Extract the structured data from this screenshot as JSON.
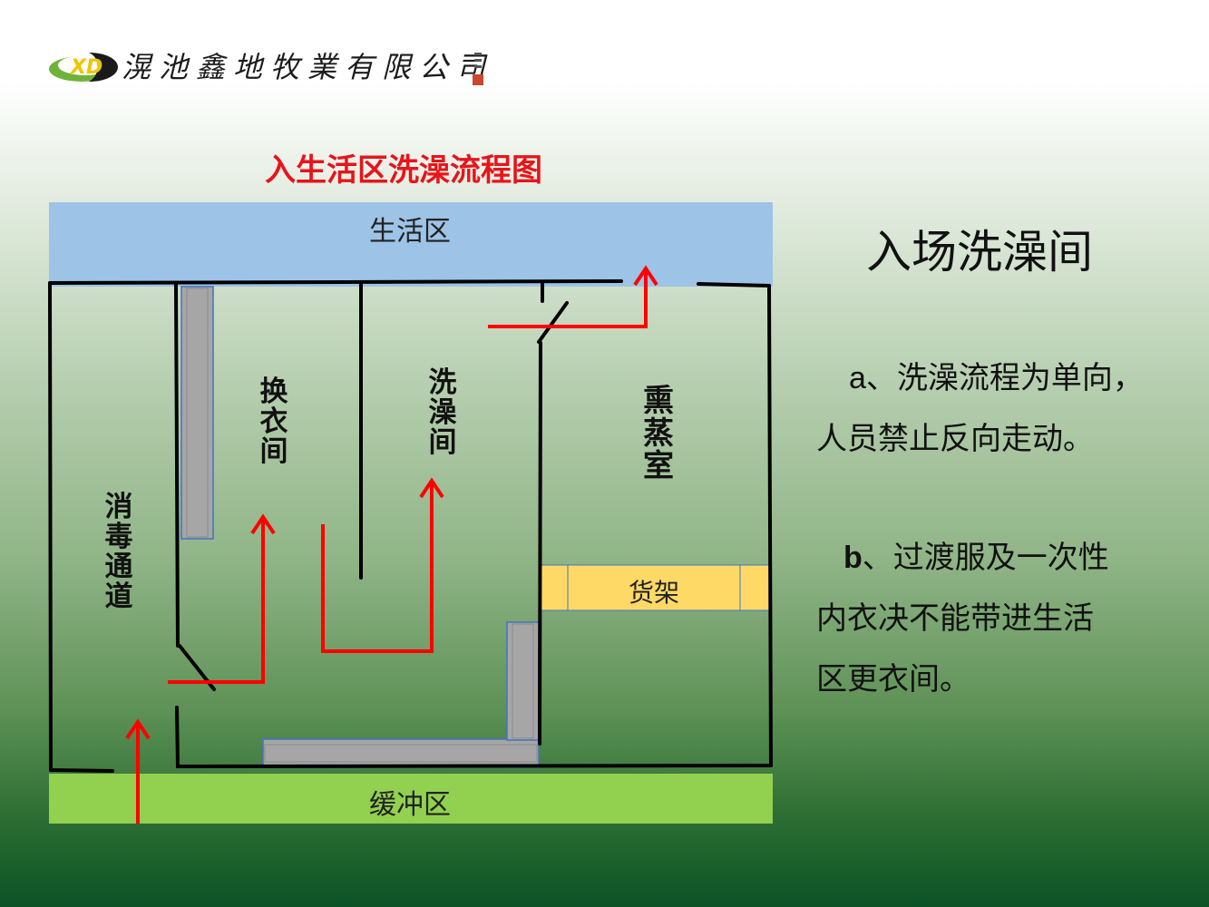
{
  "header": {
    "logo_mark_text": "XD",
    "company_name": "滉池鑫地牧業有限公司"
  },
  "diagram": {
    "title": "入生活区洗澡流程图",
    "zones": {
      "top": "生活区",
      "bottom": "缓冲区"
    },
    "rooms": {
      "disinfection": "消毒通道",
      "changing": "换衣间",
      "shower": "洗澡间",
      "fumigation": "熏蒸室",
      "shelf": "货架"
    },
    "colors": {
      "living_zone": "#9dc3e6",
      "buffer_zone": "#92d050",
      "shelf": "#ffd966",
      "bench": "#a6a6a6",
      "bench_border": "#4472c4",
      "flow_arrow": "#ff0000",
      "wall": "#000000"
    }
  },
  "panel": {
    "title": "入场洗澡间",
    "note_a": {
      "lead": "a",
      "line1": "、洗澡流程为单向，",
      "line2": "人员禁止反向走动。"
    },
    "note_b": {
      "lead": "b",
      "line1": "、过渡服及一次性",
      "line2": "内衣决不能带进生活",
      "line3": "区更衣间。"
    }
  }
}
